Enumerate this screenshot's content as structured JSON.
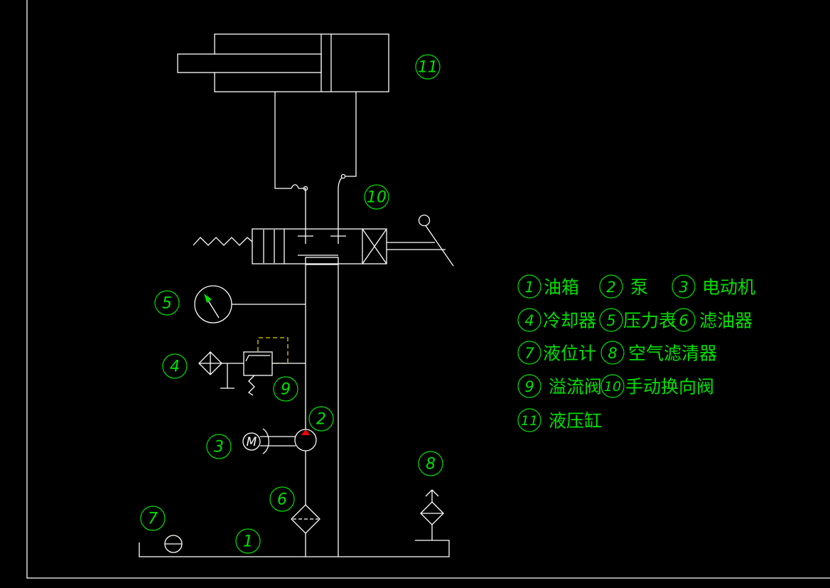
{
  "diagram": {
    "components": [
      {
        "num": "1",
        "name": "油箱"
      },
      {
        "num": "2",
        "name": "泵"
      },
      {
        "num": "3",
        "name": "电动机"
      },
      {
        "num": "4",
        "name": "冷却器"
      },
      {
        "num": "5",
        "name": "压力表"
      },
      {
        "num": "6",
        "name": "滤油器"
      },
      {
        "num": "7",
        "name": "液位计"
      },
      {
        "num": "8",
        "name": "空气滤清器"
      },
      {
        "num": "9",
        "name": "溢流阀"
      },
      {
        "num": "10",
        "name": "手动换向阀"
      },
      {
        "num": "11",
        "name": "液压缸"
      }
    ],
    "motor_label": "M",
    "colors": {
      "background": "#000000",
      "lines": "#ffffff",
      "labels": "#00e000",
      "relief_pilot": "#e8d000",
      "pump_arrow": "#ff0000"
    }
  }
}
